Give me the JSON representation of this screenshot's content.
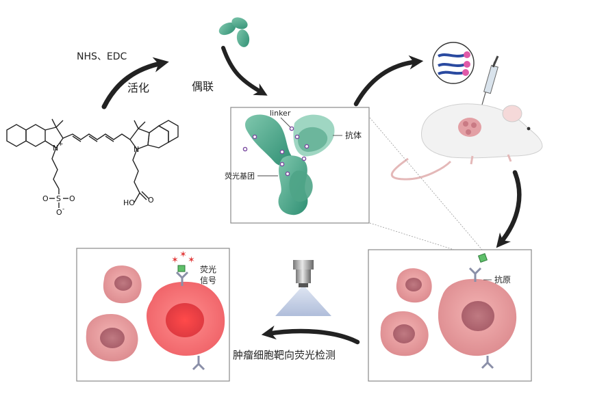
{
  "labels": {
    "reagents": "NHS、EDC",
    "activation": "活化",
    "coupling": "偶联",
    "linker": "linker",
    "antibody": "抗体",
    "fluorophore": "荧光基团",
    "antigen": "抗原",
    "fluorescence_signal_line1": "荧光",
    "fluorescence_signal_line2": "信号",
    "detection": "肿瘤细胞靶向荧光检测"
  },
  "dye": {
    "nitrogen_left": "N",
    "nitrogen_right": "N",
    "charge": "+",
    "sulfo_s": "S",
    "sulfo_o_top": "O",
    "sulfo_o_bottom": "O",
    "sulfo_o_minus": "O",
    "minus": "-",
    "acid": "HO",
    "carbonyl_o": "O"
  },
  "colors": {
    "arrow": "#222222",
    "antibody": "#3e9a80",
    "antibody_light": "#8fcfb8",
    "cell": "#e49a9a",
    "cell_nucleus": "#b86a72",
    "cell_bright": "#f26a6a",
    "nucleus_bright": "#e03a3a",
    "mouse": "#f1f1f1",
    "tumor": "#e3a0a5",
    "fluor_dot": "#7a4aa0",
    "star": "#e23d3d",
    "beam": "#a8b8d8"
  }
}
